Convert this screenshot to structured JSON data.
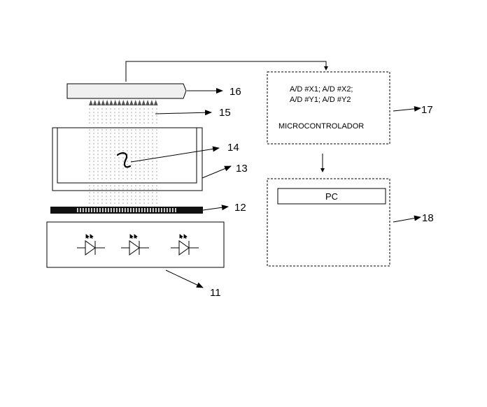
{
  "labels": {
    "n11": "11",
    "n12": "12",
    "n13": "13",
    "n14": "14",
    "n15": "15",
    "n16": "16",
    "n17": "17",
    "n18": "18"
  },
  "microcontroller": {
    "line1": "A/D #X1; A/D #X2;",
    "line2": "A/D #Y1; A/D #Y2",
    "title": "MICROCONTROLADOR"
  },
  "pc": {
    "title": "PC"
  }
}
